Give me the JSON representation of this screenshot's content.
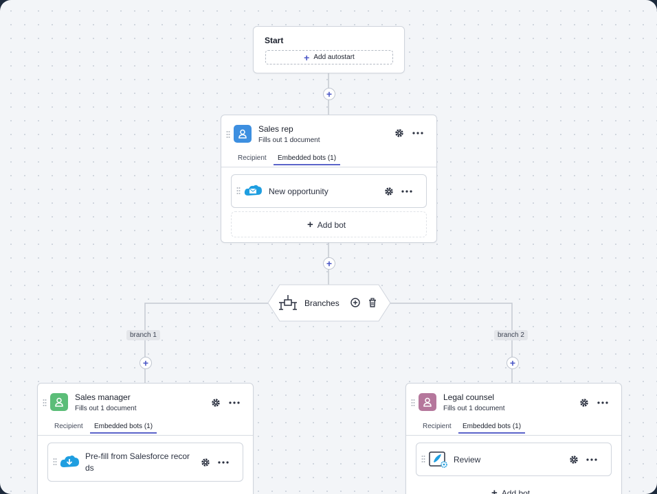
{
  "start": {
    "title": "Start",
    "add_autostart": "Add autostart"
  },
  "sales_rep": {
    "name": "Sales rep",
    "sub": "Fills out 1 document",
    "tabs": [
      "Recipient",
      "Embedded bots (1)"
    ],
    "bot": "New opportunity",
    "add_bot": "Add bot"
  },
  "branches": {
    "label": "Branches"
  },
  "branch1": {
    "label": "branch 1"
  },
  "branch2": {
    "label": "branch 2"
  },
  "sales_manager": {
    "name": "Sales manager",
    "sub": "Fills out 1 document",
    "tabs": [
      "Recipient",
      "Embedded bots (1)"
    ],
    "bot_line1": "Pre-fill from Salesforce recor",
    "bot_line2": "ds"
  },
  "legal_counsel": {
    "name": "Legal counsel",
    "sub": "Fills out 1 document",
    "tabs": [
      "Recipient",
      "Embedded bots (1)"
    ],
    "bot": "Review",
    "add_bot": "Add bot"
  },
  "colors": {
    "accent": "#4a56c6",
    "sales_rep_avatar": "#3d8fe0",
    "sales_manager_avatar": "#5bbd78",
    "legal_counsel_avatar": "#b5779c"
  },
  "icons": [
    "plus-icon",
    "person-icon",
    "gear-icon",
    "more-icon",
    "grip-icon",
    "salesforce-mail-icon",
    "salesforce-download-icon",
    "review-icon",
    "branches-icon",
    "add-circle-icon",
    "trash-icon"
  ]
}
